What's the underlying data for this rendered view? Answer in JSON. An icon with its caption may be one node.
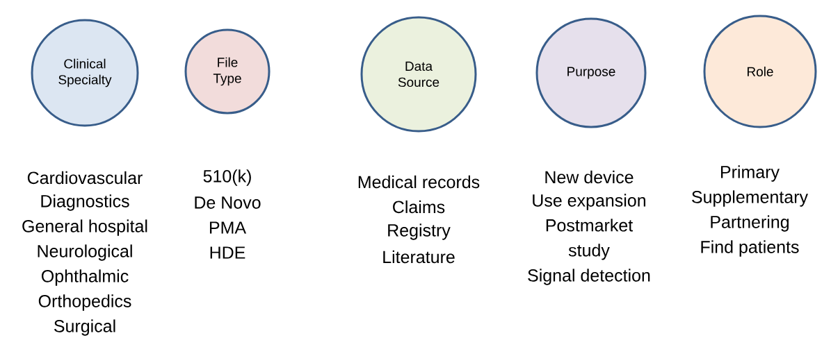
{
  "diagram": {
    "nodes": [
      {
        "text": [
          "Clinical Specialty"
        ],
        "beside": [
          "Cardiovascular",
          "Diagnostics",
          "General hospital",
          "Neurological",
          "Ophthalmic",
          "Orthopedics",
          "Surgical"
        ]
      },
      {
        "text": [
          "File Type"
        ],
        "beside": [
          "510(k)",
          "De Novo",
          "PMA",
          "HDE"
        ]
      },
      {
        "text": [
          "Data Source"
        ],
        "beside": [
          "Medical records",
          "Claims",
          "Registry",
          "Literature"
        ]
      },
      {
        "text": [
          "Purpose"
        ],
        "beside": [
          "New device",
          "Use expansion",
          "Postmarket study",
          "Signal detection"
        ]
      },
      {
        "text": [
          "Role"
        ],
        "beside": [
          "Primary",
          "Supplementary",
          "Partnering",
          "Find patients"
        ]
      }
    ]
  }
}
